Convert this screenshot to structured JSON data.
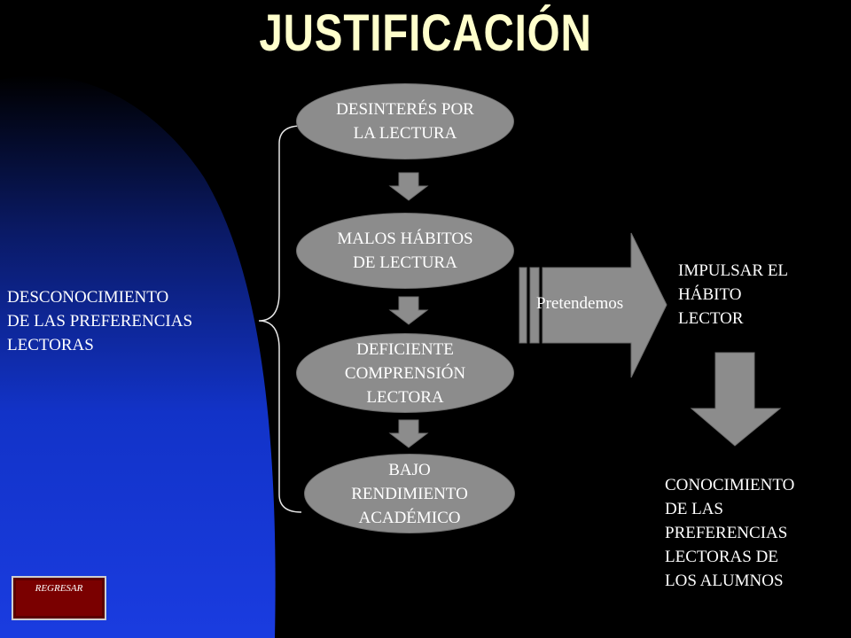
{
  "title": "JUSTIFICACIÓN",
  "left_text": "DESCONOCIMIENTO\nDE LAS PREFERENCIAS\nLECTORAS",
  "chain": [
    "DESINTERÉS POR\nLA LECTURA",
    "MALOS HÁBITOS\nDE LECTURA",
    "DEFICIENTE\nCOMPRENSIÓN\nLECTORA",
    "BAJO\nRENDIMIENTO\nACADÉMICO"
  ],
  "arrow_label": "Pretendemos",
  "goal_text": "IMPULSAR EL\nHÁBITO\nLECTOR",
  "result_text": "CONOCIMIENTO\nDE LAS\nPREFERENCIAS\nLECTORAS DE\nLOS ALUMNOS",
  "back_button": "REGRESAR",
  "colors": {
    "background": "#000000",
    "accent_blue": "#1233c8",
    "node_fill": "#8c8c8c",
    "title": "#FFFFCC",
    "button": "#7a0000"
  }
}
